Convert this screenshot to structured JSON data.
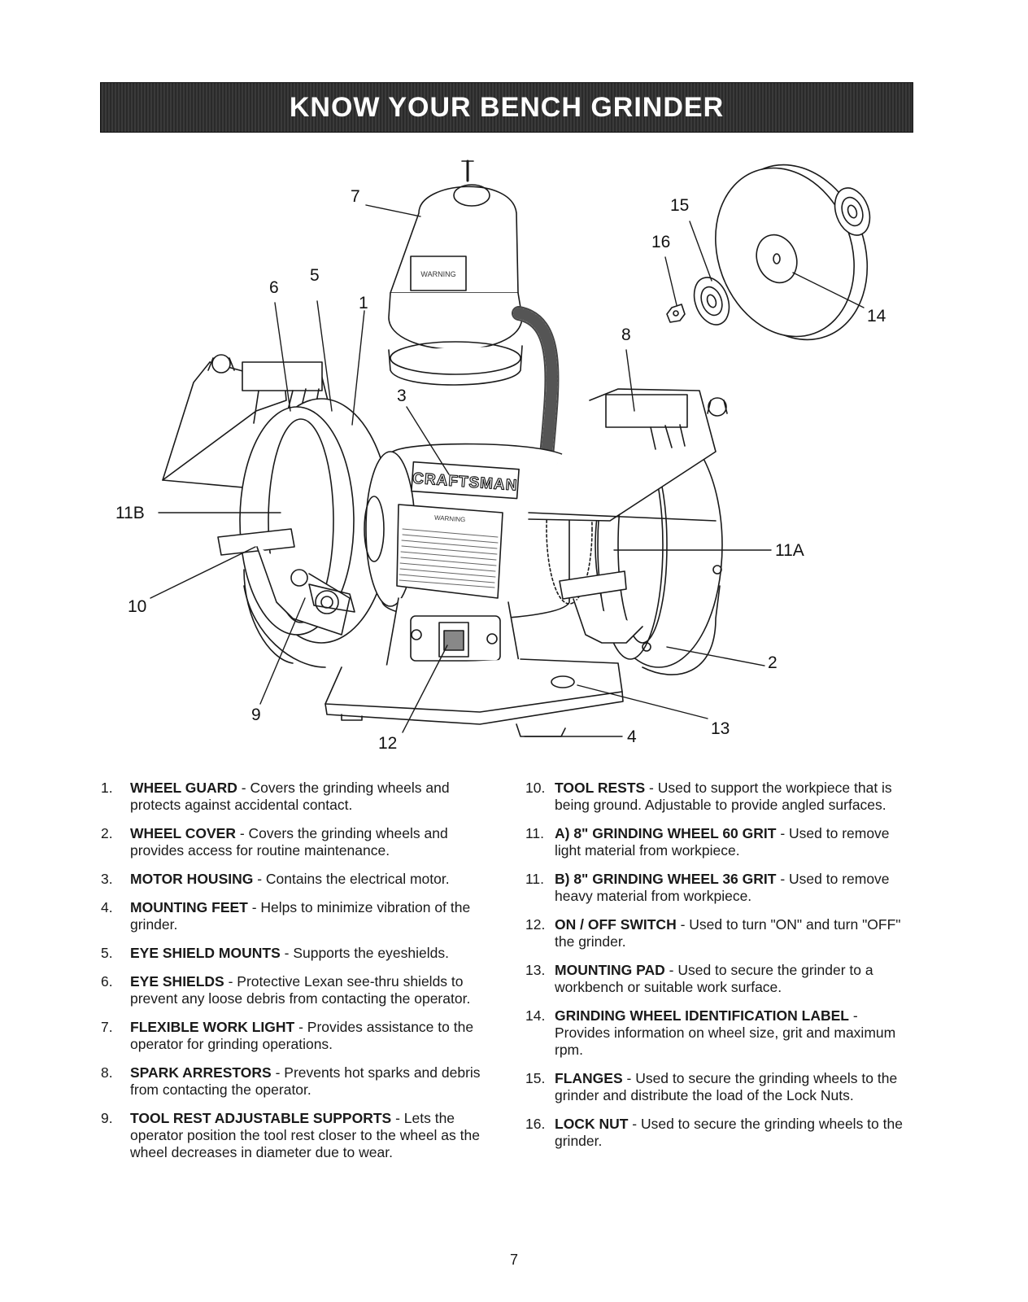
{
  "header": {
    "title": "KNOW YOUR BENCH GRINDER"
  },
  "diagram": {
    "callouts": {
      "c1": "1",
      "c2": "2",
      "c3": "3",
      "c4": "4",
      "c5": "5",
      "c6": "6",
      "c7": "7",
      "c8": "8",
      "c9": "9",
      "c10": "10",
      "c11a": "11A",
      "c11b": "11B",
      "c12": "12",
      "c13": "13",
      "c14": "14",
      "c15": "15",
      "c16": "16"
    },
    "labels": {
      "brand": "CRAFTSMAN",
      "lamp_warning": "WARNING",
      "body_warning": "WARNING"
    }
  },
  "legend_left": [
    {
      "num": "1.",
      "term": "WHEEL GUARD",
      "desc": "Covers the grinding wheels and protects against accidental contact."
    },
    {
      "num": "2.",
      "term": "WHEEL COVER",
      "desc": "Covers the grinding wheels and provides access for routine maintenance."
    },
    {
      "num": "3.",
      "term": "MOTOR HOUSING",
      "desc": "Contains the electrical motor."
    },
    {
      "num": "4.",
      "term": "MOUNTING FEET",
      "desc": "Helps to minimize vibration of the grinder."
    },
    {
      "num": "5.",
      "term": "EYE SHIELD MOUNTS",
      "desc": "Supports the eyeshields."
    },
    {
      "num": "6.",
      "term": "EYE SHIELDS",
      "desc": "Protective Lexan see-thru shields to prevent any loose debris from contacting the operator."
    },
    {
      "num": "7.",
      "term": "FLEXIBLE WORK LIGHT",
      "desc": "Provides assistance to the operator for grinding operations."
    },
    {
      "num": "8.",
      "term": "SPARK ARRESTORS",
      "desc": "Prevents hot sparks and debris from contacting the operator."
    },
    {
      "num": "9.",
      "term": "TOOL REST ADJUSTABLE SUPPORTS",
      "desc": "Lets the operator position the tool rest closer to the wheel as the wheel decreases in diameter due to wear."
    }
  ],
  "legend_right": [
    {
      "num": "10.",
      "term": "TOOL RESTS",
      "desc": "Used to support the workpiece that is being ground. Adjustable to provide angled surfaces."
    },
    {
      "num": "11.",
      "term": "A) 8\" GRINDING WHEEL 60 GRIT",
      "desc": "Used to remove light material from workpiece."
    },
    {
      "num": "11.",
      "term": "B) 8\" GRINDING WHEEL 36 GRIT",
      "desc": "Used to remove heavy material from workpiece."
    },
    {
      "num": "12.",
      "term": "ON / OFF SWITCH",
      "desc": "Used to turn \"ON\" and turn \"OFF\" the grinder."
    },
    {
      "num": "13.",
      "term": "MOUNTING PAD",
      "desc": "Used to secure the grinder to a workbench or suitable work surface."
    },
    {
      "num": "14.",
      "term": "GRINDING WHEEL IDENTIFICATION LABEL",
      "desc": "Provides information on wheel size, grit and maximum rpm."
    },
    {
      "num": "15.",
      "term": "FLANGES",
      "desc": "Used to secure the grinding wheels to the grinder and distribute the load of the Lock Nuts."
    },
    {
      "num": "16.",
      "term": "LOCK NUT",
      "desc": "Used to secure the grinding wheels to the grinder."
    }
  ],
  "footer": {
    "page_number": "7"
  }
}
